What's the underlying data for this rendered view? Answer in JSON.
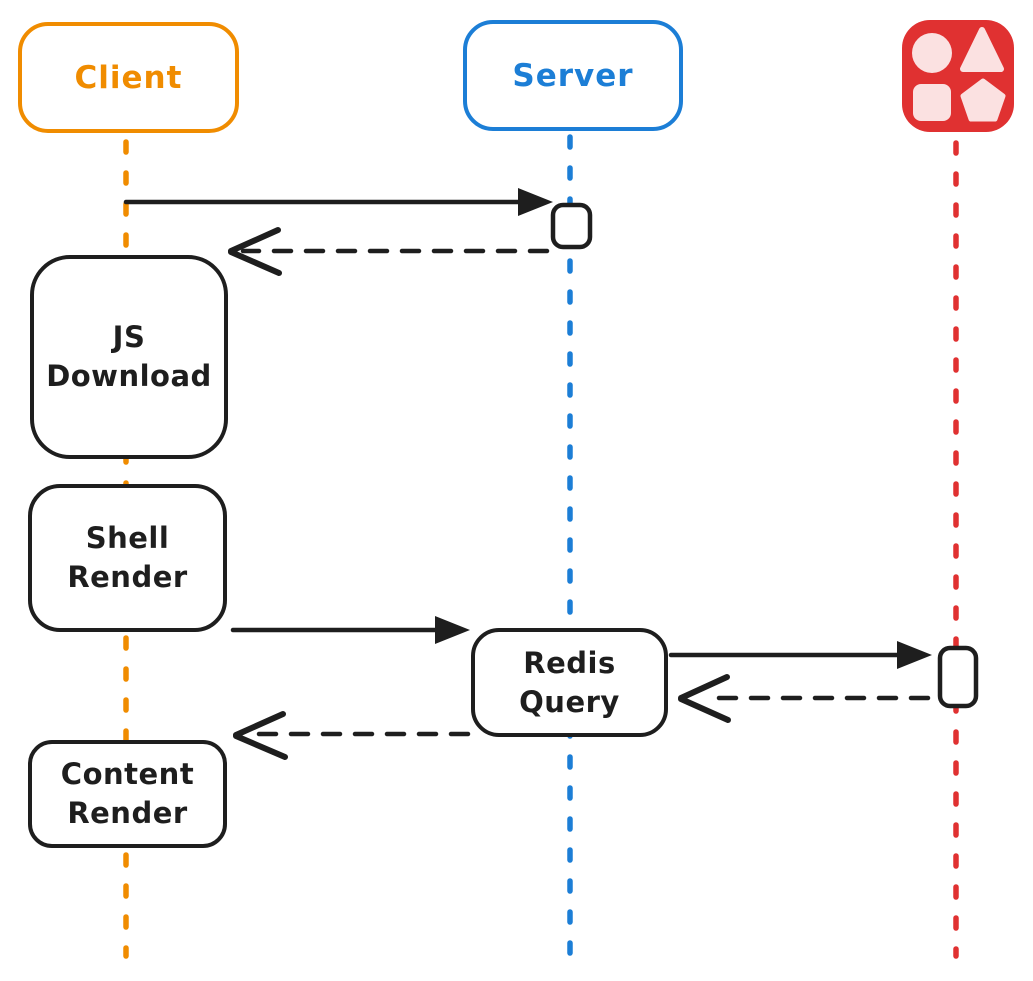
{
  "actors": {
    "client": {
      "label": "Client",
      "color": "#f08c00"
    },
    "server": {
      "label": "Server",
      "color": "#1c7ed6"
    },
    "redis": {
      "icon": "shapes-icon",
      "color": "#e03131"
    }
  },
  "processes": {
    "js_download": {
      "line1": "JS",
      "line2": "Download"
    },
    "shell_render": {
      "line1": "Shell",
      "line2": "Render"
    },
    "redis_query": {
      "line1": "Redis",
      "line2": "Query"
    },
    "content_render": {
      "line1": "Content",
      "line2": "Render"
    }
  },
  "messages": [
    {
      "from": "client",
      "to": "server",
      "style": "solid"
    },
    {
      "from": "server",
      "to": "client",
      "style": "dashed"
    },
    {
      "from": "shell_render",
      "to": "redis_query",
      "style": "solid"
    },
    {
      "from": "redis_query",
      "to": "redis",
      "style": "solid"
    },
    {
      "from": "redis",
      "to": "redis_query",
      "style": "dashed"
    },
    {
      "from": "redis_query",
      "to": "client",
      "style": "dashed"
    }
  ],
  "colors": {
    "stroke": "#1e1e1e",
    "background": "#ffffff",
    "client_accent": "#f08c00",
    "server_accent": "#1c7ed6",
    "redis_accent": "#e03131",
    "icon_shape_fill": "#fbe1e1"
  }
}
